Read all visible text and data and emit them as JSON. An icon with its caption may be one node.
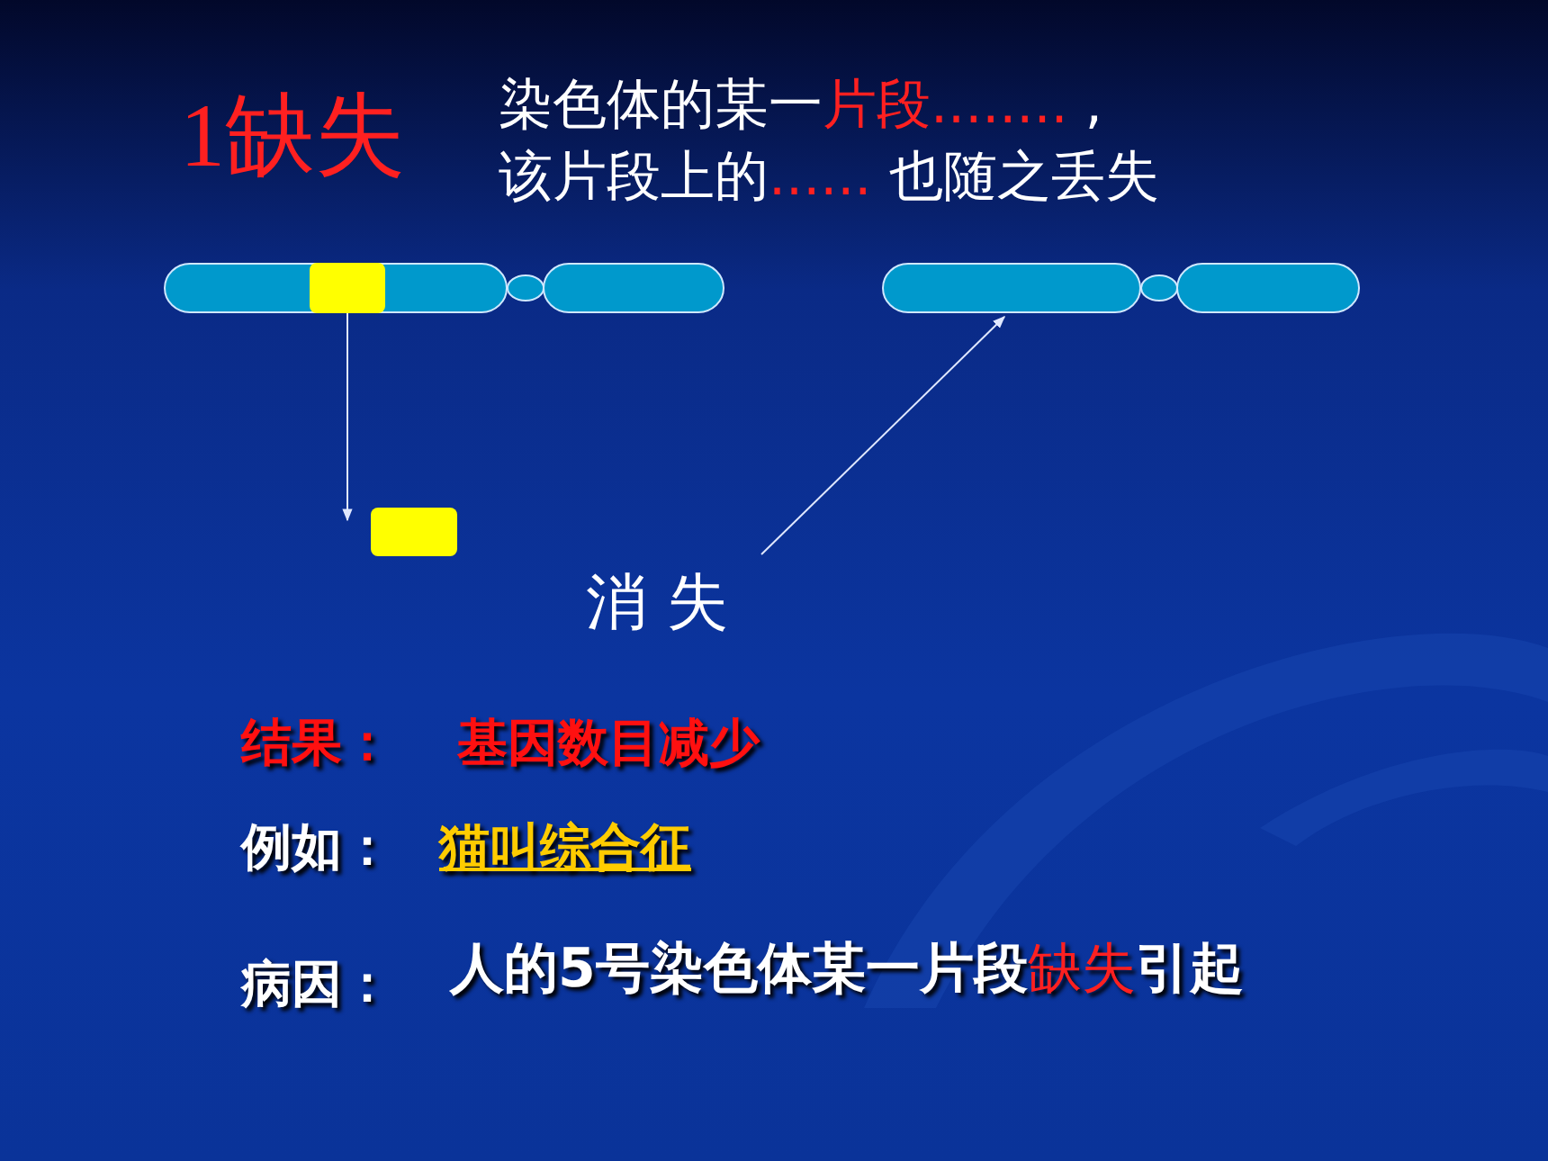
{
  "diagram": {
    "title": "1缺失",
    "nodes": [
      {
        "text": [],
        "shape": "bar"
      },
      {
        "text": [],
        "shape": "box",
        "in": 0
      },
      {
        "text": [],
        "shape": "box"
      },
      {
        "text": [],
        "shape": "bar"
      },
      {
        "text": [
          "消 失"
        ]
      }
    ],
    "edges": [
      {
        "from": 1,
        "to": 2,
        "arrow": "to"
      },
      {
        "from": 4,
        "to": 3,
        "arrow": "to"
      }
    ],
    "labels": [
      "染色体的某一**片段........** ,",
      "该片段上的**......** 也随之丢失",
      "结果：",
      "基因数目减少",
      "例如：",
      "猫叫综合征",
      "病因：",
      "人的5号染色体某一片段**缺失**引起"
    ]
  }
}
